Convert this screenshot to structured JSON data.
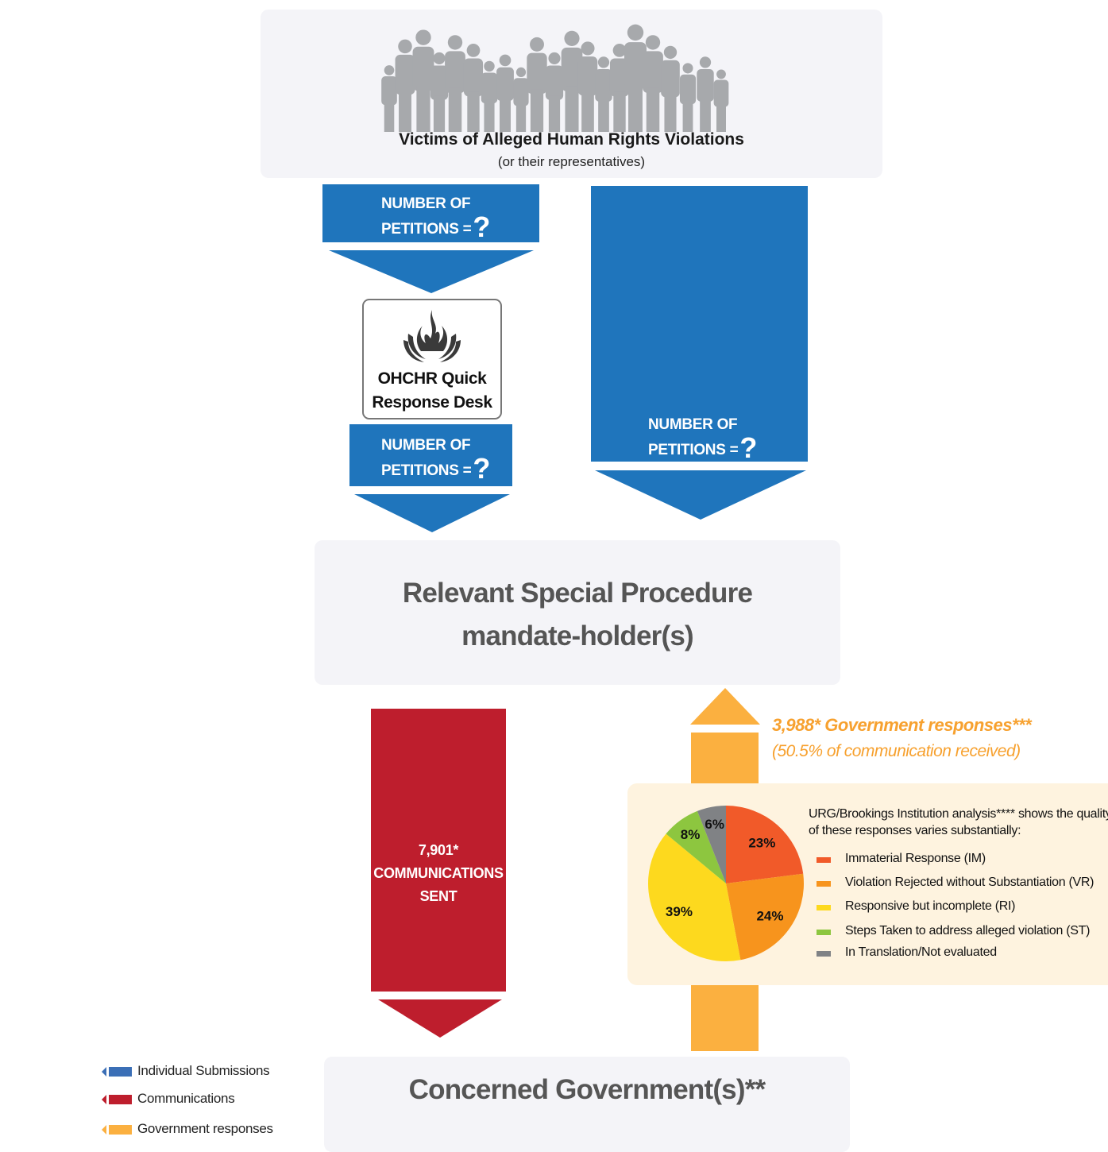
{
  "top": {
    "title": "Victims of Alleged Human Rights Violations",
    "subtitle": "(or their representatives)"
  },
  "petitions": {
    "line1": "NUMBER OF",
    "line2": "PETITIONS =",
    "value": "?"
  },
  "ohchr": {
    "line1": "OHCHR Quick",
    "line2": "Response Desk"
  },
  "mandate": {
    "line1": "Relevant Special Procedure",
    "line2": "mandate-holder(s)"
  },
  "communications": {
    "line1": "7,901*",
    "line2": "COMMUNICATIONS",
    "line3": "SENT"
  },
  "responses": {
    "title": "3,988* Government responses***",
    "subtitle": "(50.5% of communication received)"
  },
  "analysis": {
    "line1": "URG/Brookings Institution analysis**** shows the quality",
    "line2": "of these responses varies substantially:"
  },
  "chart_data": {
    "type": "pie",
    "slices": [
      {
        "label": "Immaterial Response (IM)",
        "value": 23,
        "display": "23%",
        "color": "#f15a29"
      },
      {
        "label": "Violation Rejected without Substantiation (VR)",
        "value": 24,
        "display": "24%",
        "color": "#f7941d"
      },
      {
        "label": "Responsive but incomplete (RI)",
        "value": 39,
        "display": "39%",
        "color": "#fdd91e"
      },
      {
        "label": "Steps Taken to address alleged violation (ST)",
        "value": 8,
        "display": "8%",
        "color": "#8dc63f"
      },
      {
        "label": "In Translation/Not evaluated",
        "value": 6,
        "display": "6%",
        "color": "#808285"
      }
    ]
  },
  "government": {
    "title": "Concerned Government(s)**"
  },
  "key": [
    {
      "label": "Individual Submissions",
      "color": "#3b6fb6"
    },
    {
      "label": "Communications",
      "color": "#be1e2d"
    },
    {
      "label": "Government responses",
      "color": "#fbb040"
    }
  ],
  "colors": {
    "blue": "#1f75bc",
    "red": "#be1e2d",
    "orange": "#fbb040",
    "panel": "#f4f4f8"
  }
}
